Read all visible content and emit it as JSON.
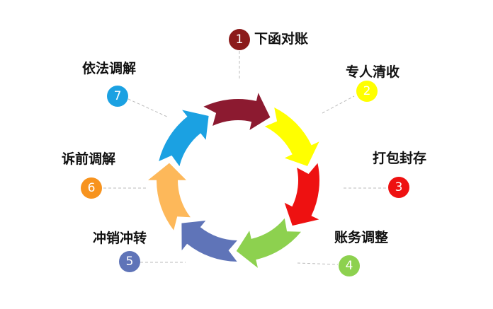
{
  "steps": [
    {
      "num": "1",
      "label": "下函对账",
      "color": "#8B1A1A"
    },
    {
      "num": "2",
      "label": "专人清收",
      "color": "#FFFF00"
    },
    {
      "num": "3",
      "label": "打包封存",
      "color": "#EE1111"
    },
    {
      "num": "4",
      "label": "账务调整",
      "color": "#8DD14F"
    },
    {
      "num": "5",
      "label": "冲销冲转",
      "color": "#5F74B8"
    },
    {
      "num": "6",
      "label": "诉前调解",
      "color": "#F7931E"
    },
    {
      "num": "7",
      "label": "依法调解",
      "color": "#1BA1E2"
    }
  ],
  "arrow_colors": [
    "#8C1A30",
    "#FFFF00",
    "#EE1111",
    "#8DD14F",
    "#5F74B8",
    "#FDB85A",
    "#1BA1E2"
  ]
}
